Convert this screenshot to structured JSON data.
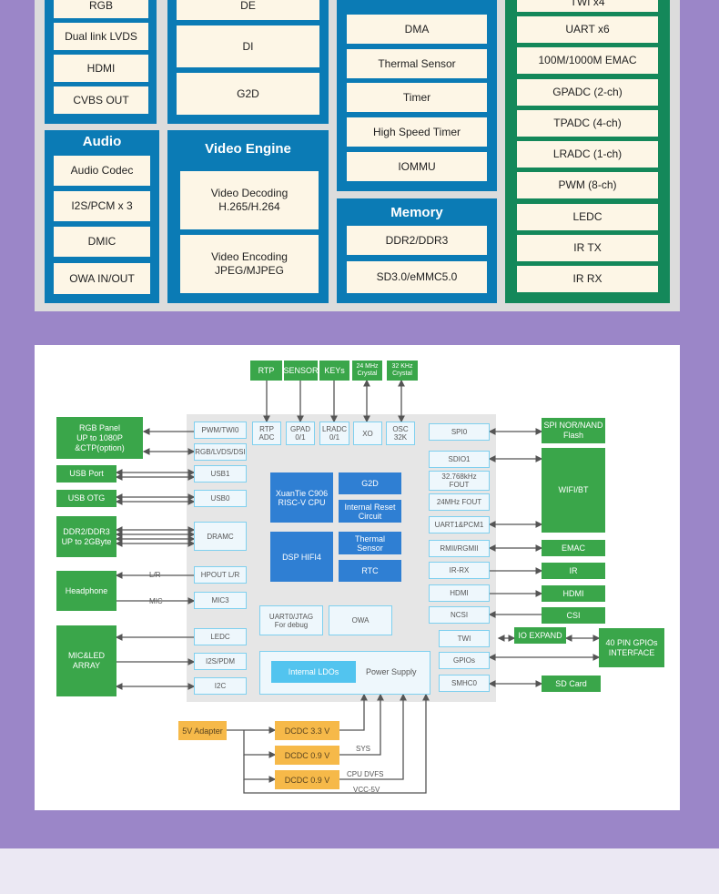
{
  "top_diagram": {
    "display_items": [
      "RGB",
      "Dual link LVDS",
      "HDMI",
      "CVBS OUT"
    ],
    "de_items": [
      "DE",
      "DI",
      "G2D"
    ],
    "system_items": [
      "DMA",
      "Thermal Sensor",
      "Timer",
      "High Speed Timer",
      "IOMMU"
    ],
    "interface_items": [
      "TWI x4",
      "UART x6",
      "100M/1000M EMAC",
      "GPADC (2-ch)",
      "TPADC (4-ch)",
      "LRADC (1-ch)",
      "PWM (8-ch)",
      "LEDC",
      "IR TX",
      "IR RX"
    ],
    "audio": {
      "title": "Audio",
      "items": [
        "Audio Codec",
        "I2S/PCM x 3",
        "DMIC",
        "OWA IN/OUT"
      ]
    },
    "video_engine": {
      "title": "Video Engine",
      "items": [
        "Video Decoding\nH.265/H.264",
        "Video Encoding\nJPEG/MJPEG"
      ]
    },
    "memory": {
      "title": "Memory",
      "items": [
        "DDR2/DDR3",
        "SD3.0/eMMC5.0"
      ]
    }
  },
  "soc_diagram": {
    "top_external": [
      "RTP",
      "SENSOR",
      "KEYs",
      "24 MHz\nCrystal",
      "32 KHz\nCrystal"
    ],
    "top_pins": [
      "RTP\nADC",
      "GPAD\n0/1",
      "LRADC\n0/1",
      "XO",
      "OSC\n32K"
    ],
    "left_pins": [
      "PWM/TWI0",
      "RGB/LVDS/DSI",
      "USB1",
      "USB0",
      "DRAMC",
      "HPOUT L/R",
      "MIC3",
      "LEDC",
      "I2S/PDM",
      "I2C"
    ],
    "right_pins": [
      "SPI0",
      "SDIO1",
      "32.768kHz\nFOUT",
      "24MHz FOUT",
      "UART1&PCM1",
      "RMII/RGMII",
      "IR-RX",
      "HDMI",
      "NCSI",
      "TWI",
      "GPIOs",
      "SMHC0"
    ],
    "core_blocks": [
      "XuanTie C906\nRISC-V CPU",
      "G2D",
      "Internal Reset\nCircuit",
      "DSP HIFI4",
      "Thermal\nSensor",
      "RTC"
    ],
    "debug_blocks": [
      "UART0/JTAG\nFor debug",
      "OWA"
    ],
    "ldo": "Internal LDOs",
    "power_supply": "Power Supply",
    "left_external": [
      "RGB Panel\nUP to 1080P\n&CTP(option)",
      "USB Port",
      "USB OTG",
      "DDR2/DDR3\nUP to 2GByte",
      "Headphone",
      "MIC&LED\nARRAY"
    ],
    "right_external": [
      "SPI NOR/NAND\nFlash",
      "WIFI/BT",
      "EMAC",
      "IR",
      "HDMI",
      "CSI",
      "IO EXPAND",
      "40 PIN GPIOs\nINTERFACE",
      "SD Card"
    ],
    "wire_labels": [
      "L/R",
      "MIC",
      "SYS",
      "CPU DVFS",
      "VCC-5V"
    ],
    "power": {
      "adapter": "5V Adapter",
      "dcdc": [
        "DCDC 3.3 V",
        "DCDC 0.9 V",
        "DCDC 0.9 V"
      ]
    }
  },
  "colors": {
    "background": "#9b86c8",
    "group_blue": "#0b7bb5",
    "group_green": "#14885a",
    "cell": "#fdf6e6",
    "core_blue": "#2f7fd3",
    "external_green": "#3aa64a",
    "power_orange": "#f6b949",
    "pin_border": "#7fd0ef"
  }
}
